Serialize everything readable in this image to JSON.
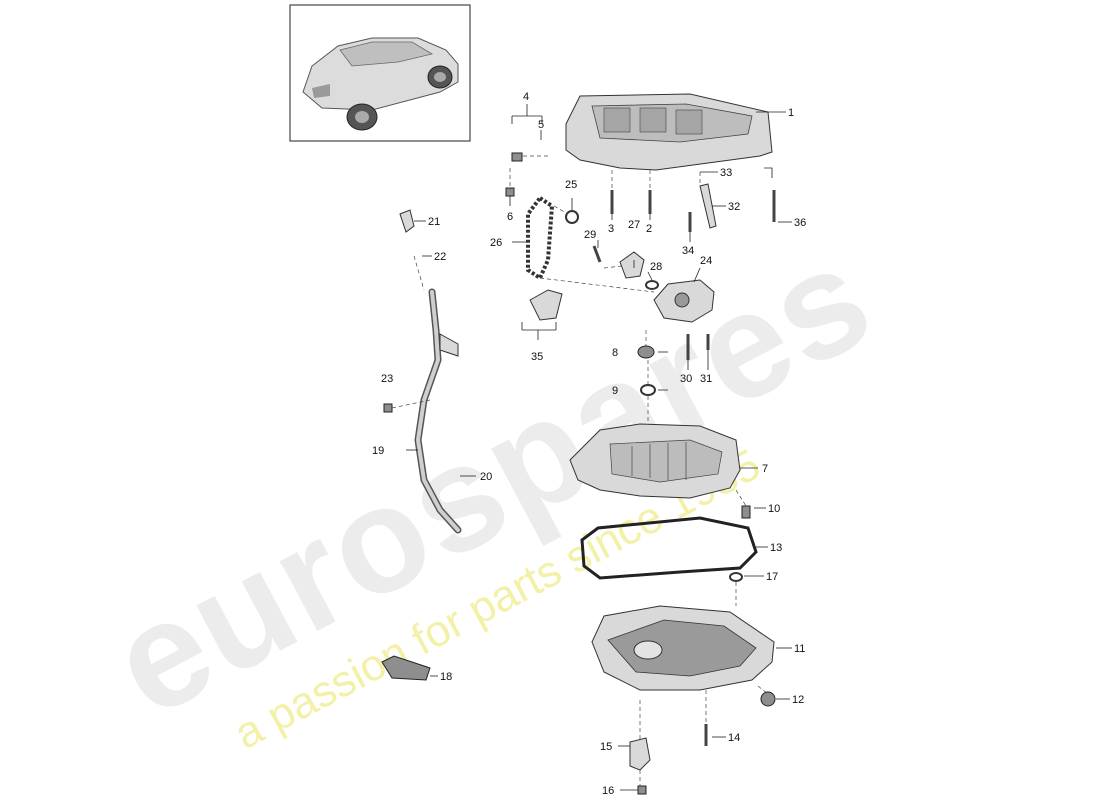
{
  "watermark": {
    "brand": "eurospares",
    "tagline": "a passion for parts since 1985",
    "brand_color": "#ececec",
    "tagline_color": "#f3f0a8"
  },
  "thumbnail": {
    "icon": "car-suv-icon"
  },
  "callouts": [
    {
      "id": "c1",
      "label": "1"
    },
    {
      "id": "c2",
      "label": "2"
    },
    {
      "id": "c3",
      "label": "3"
    },
    {
      "id": "c4",
      "label": "4"
    },
    {
      "id": "c5",
      "label": "5"
    },
    {
      "id": "c6",
      "label": "6"
    },
    {
      "id": "c7",
      "label": "7"
    },
    {
      "id": "c8",
      "label": "8"
    },
    {
      "id": "c9",
      "label": "9"
    },
    {
      "id": "c10",
      "label": "10"
    },
    {
      "id": "c11",
      "label": "11"
    },
    {
      "id": "c12",
      "label": "12"
    },
    {
      "id": "c13",
      "label": "13"
    },
    {
      "id": "c14",
      "label": "14"
    },
    {
      "id": "c15",
      "label": "15"
    },
    {
      "id": "c16",
      "label": "16"
    },
    {
      "id": "c17",
      "label": "17"
    },
    {
      "id": "c18",
      "label": "18"
    },
    {
      "id": "c19",
      "label": "19"
    },
    {
      "id": "c20",
      "label": "20"
    },
    {
      "id": "c21",
      "label": "21"
    },
    {
      "id": "c22",
      "label": "22"
    },
    {
      "id": "c23",
      "label": "23"
    },
    {
      "id": "c24",
      "label": "24"
    },
    {
      "id": "c25",
      "label": "25"
    },
    {
      "id": "c26",
      "label": "26"
    },
    {
      "id": "c27",
      "label": "27"
    },
    {
      "id": "c28",
      "label": "28"
    },
    {
      "id": "c29",
      "label": "29"
    },
    {
      "id": "c30",
      "label": "30"
    },
    {
      "id": "c31",
      "label": "31"
    },
    {
      "id": "c32",
      "label": "32"
    },
    {
      "id": "c33",
      "label": "33"
    },
    {
      "id": "c34",
      "label": "34"
    },
    {
      "id": "c35",
      "label": "35"
    },
    {
      "id": "c36",
      "label": "36"
    }
  ]
}
